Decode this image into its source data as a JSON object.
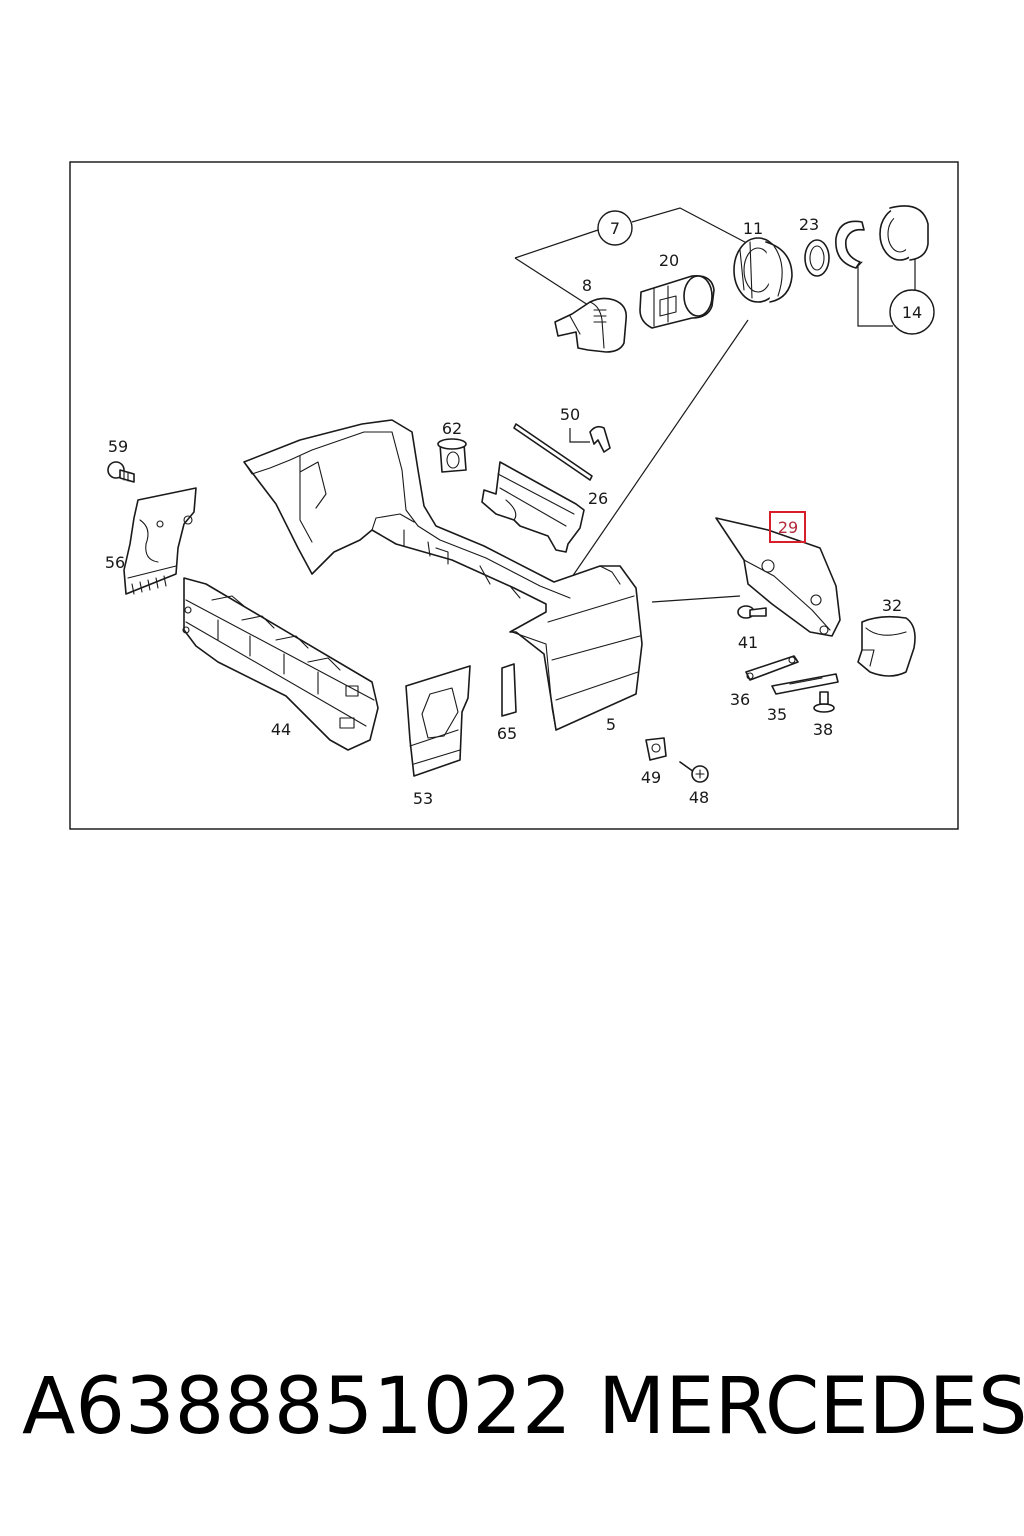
{
  "diagram": {
    "labels": {
      "l7": "7",
      "l8": "8",
      "l20": "20",
      "l11": "11",
      "l23": "23",
      "l14": "14",
      "l50": "50",
      "l62": "62",
      "l59": "59",
      "l26": "26",
      "l56": "56",
      "l29": "29",
      "l32": "32",
      "l41": "41",
      "l36": "36",
      "l35": "35",
      "l38": "38",
      "l44": "44",
      "l65": "65",
      "l5": "5",
      "l49": "49",
      "l48": "48",
      "l53": "53"
    },
    "highlighted_part": "29",
    "highlight_color": "#d81e2a"
  },
  "caption": {
    "part_number": "A6388851022",
    "brand": "MERCEDES"
  }
}
